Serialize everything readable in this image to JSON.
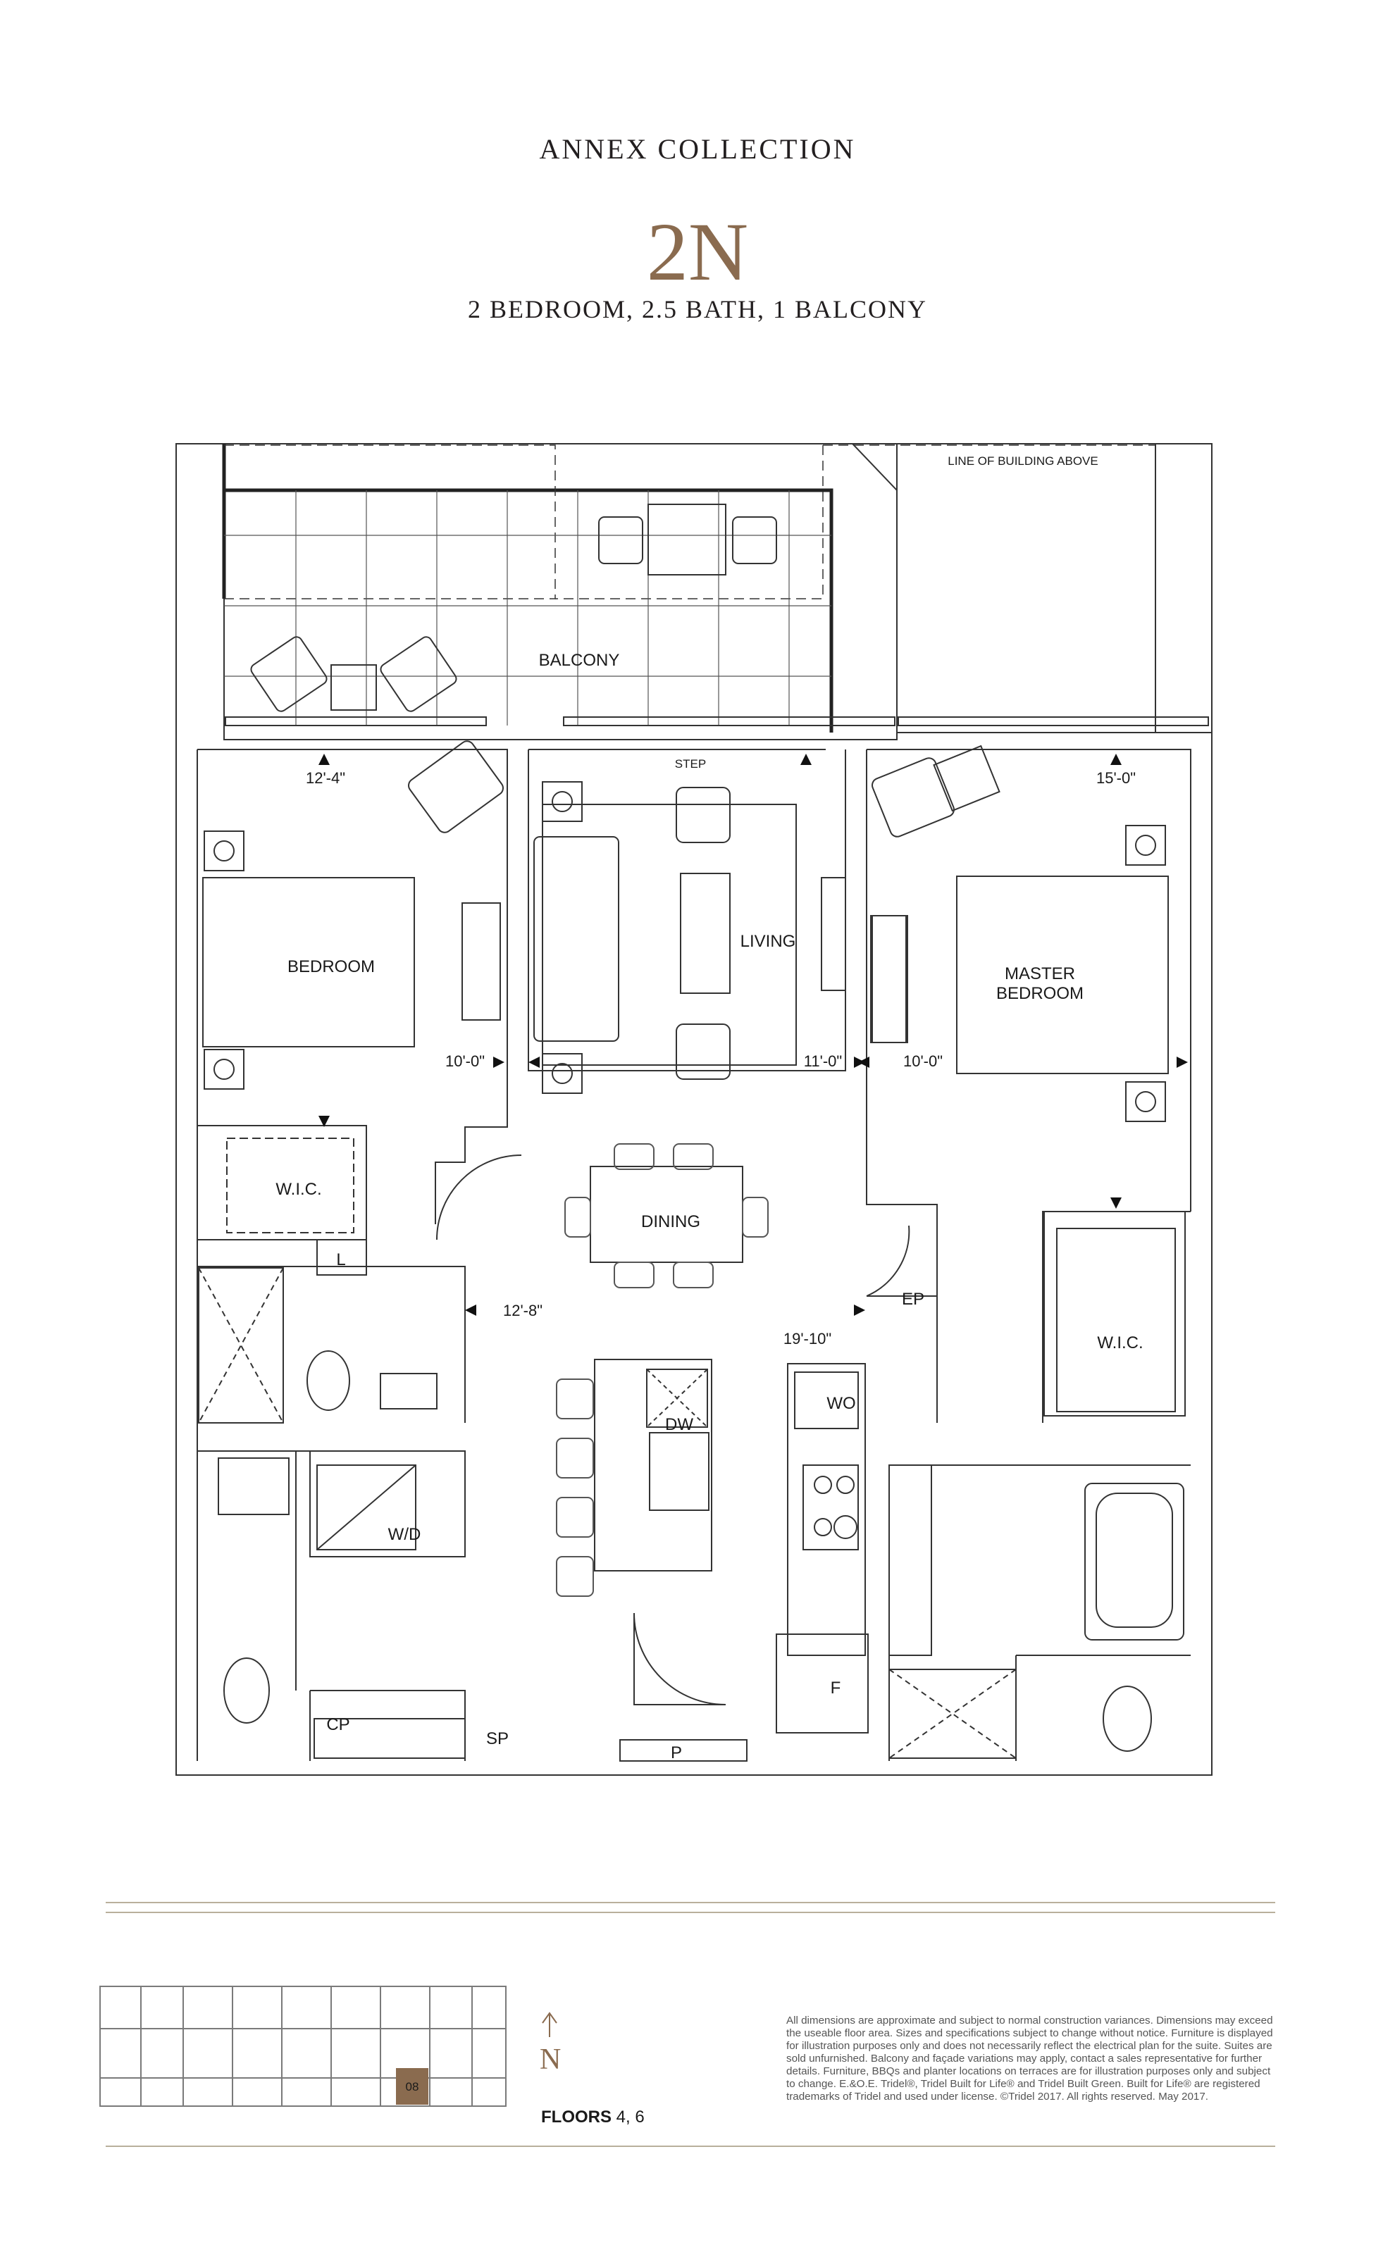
{
  "header": {
    "collection": "ANNEX COLLECTION",
    "unit": "2N",
    "subtitle": "2 BEDROOM, 2.5 BATH, 1 BALCONY"
  },
  "rooms": {
    "balcony": "BALCONY",
    "line_of_building": "LINE OF BUILDING ABOVE",
    "step": "STEP",
    "bedroom": "BEDROOM",
    "living": "LIVING",
    "master_bedroom_line1": "MASTER",
    "master_bedroom_line2": "BEDROOM",
    "wic_left": "W.I.C.",
    "wic_right": "W.I.C.",
    "linen": "L",
    "dining": "DINING",
    "ep": "EP",
    "wo": "WO",
    "dw": "DW",
    "wd": "W/D",
    "fridge": "F",
    "cp": "CP",
    "sp": "SP",
    "pantry": "P"
  },
  "dimensions": {
    "bedroom_width": "12'-4\"",
    "bedroom_depth": "10'-0\"",
    "living_depth": "11'-0\"",
    "master_depth": "10'-0\"",
    "master_width": "15'-0\"",
    "foyer_width": "12'-8\"",
    "kitchen_length": "19'-10\""
  },
  "keyplan": {
    "suite_number": "08",
    "floors_label": "FLOORS",
    "floors_value": "4, 6",
    "north_label": "N"
  },
  "disclaimer": "All dimensions are approximate and subject to normal construction variances. Dimensions may exceed the useable floor area. Sizes and specifications subject to change without notice. Furniture is displayed for illustration purposes only and does not necessarily reflect the electrical plan for the suite. Suites are sold unfurnished. Balcony and façade variations may apply, contact a sales representative for further details. Furniture, BBQs and planter locations on terraces are for illustration purposes only and subject to change. E.&O.E. Tridel®, Tridel Built for Life® and Tridel Built Green. Built for Life® are registered trademarks of Tridel and used under license. ©Tridel 2017. All rights reserved. May 2017.",
  "colors": {
    "accent": "#8a6b4f",
    "rule": "#b9b09c",
    "suite_highlight": "#8a6b4f"
  }
}
